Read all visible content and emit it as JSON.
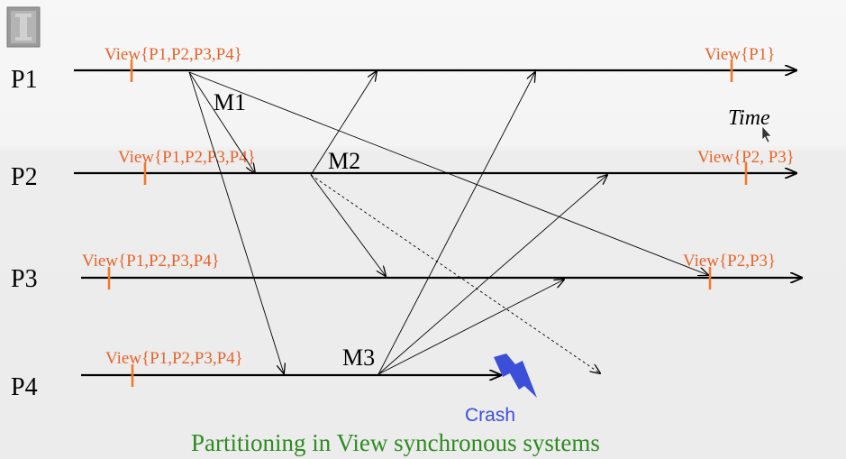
{
  "processes": [
    "P1",
    "P2",
    "P3",
    "P4"
  ],
  "view_labels": {
    "p1_start": "View{P1,P2,P3,P4}",
    "p1_end": "View{P1}",
    "p2_start": "View{P1,P2,P3,P4}",
    "p2_end": "View{P2, P3}",
    "p3_start": "View{P1,P2,P3,P4}",
    "p3_end": "View{P2,P3}",
    "p4_start": "View{P1,P2,P3,P4}"
  },
  "messages": [
    "M1",
    "M2",
    "M3"
  ],
  "time_label": "Time",
  "crash_label": "Crash",
  "caption": "Partitioning in View synchronous systems",
  "icons": [
    "slide-logo-icon",
    "lightning-bolt-icon",
    "mouse-cursor-icon"
  ],
  "colors": {
    "view_marker": "#f07a2a",
    "crash": "#3b4fd8",
    "caption": "#2f8a22"
  }
}
